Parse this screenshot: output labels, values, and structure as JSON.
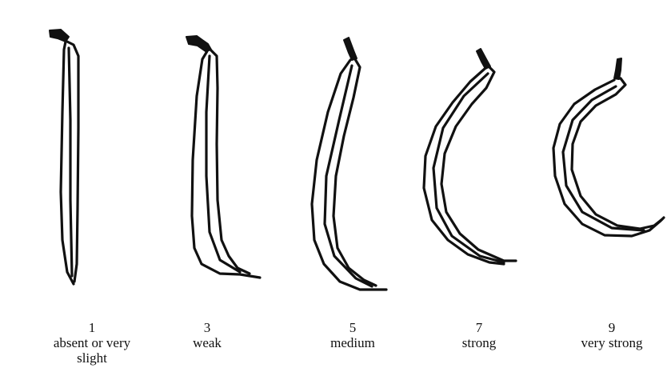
{
  "stages": [
    {
      "number": "1",
      "label": "absent or very slight"
    },
    {
      "number": "3",
      "label": "weak"
    },
    {
      "number": "5",
      "label": "medium"
    },
    {
      "number": "7",
      "label": "strong"
    },
    {
      "number": "9",
      "label": "very strong"
    }
  ],
  "colors": {
    "line": "#111111",
    "background": "#ffffff"
  }
}
